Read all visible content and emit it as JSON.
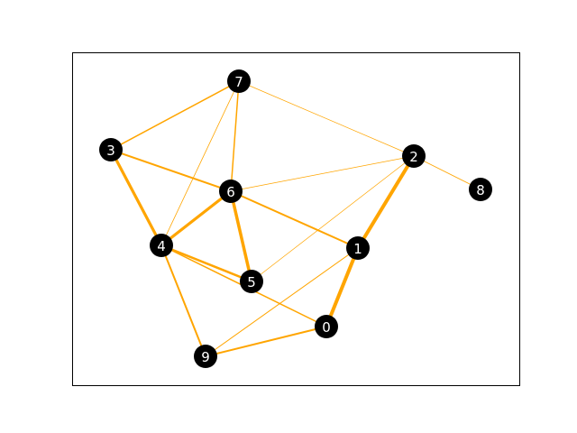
{
  "graph": {
    "edge_color": "#FFA500",
    "node_color": "#000000",
    "label_color": "#FFFFFF",
    "nodes": [
      {
        "id": "0",
        "label": "0"
      },
      {
        "id": "1",
        "label": "1"
      },
      {
        "id": "2",
        "label": "2"
      },
      {
        "id": "3",
        "label": "3"
      },
      {
        "id": "4",
        "label": "4"
      },
      {
        "id": "5",
        "label": "5"
      },
      {
        "id": "6",
        "label": "6"
      },
      {
        "id": "7",
        "label": "7"
      },
      {
        "id": "8",
        "label": "8"
      },
      {
        "id": "9",
        "label": "9"
      }
    ],
    "edges": [
      {
        "source": "7",
        "target": "3",
        "weight": 1.5
      },
      {
        "source": "7",
        "target": "6",
        "weight": 1.5
      },
      {
        "source": "7",
        "target": "4",
        "weight": 0.8
      },
      {
        "source": "7",
        "target": "2",
        "weight": 0.7
      },
      {
        "source": "3",
        "target": "6",
        "weight": 2
      },
      {
        "source": "3",
        "target": "4",
        "weight": 3.2
      },
      {
        "source": "6",
        "target": "2",
        "weight": 0.7
      },
      {
        "source": "6",
        "target": "1",
        "weight": 2
      },
      {
        "source": "6",
        "target": "4",
        "weight": 3.2
      },
      {
        "source": "6",
        "target": "5",
        "weight": 3.5
      },
      {
        "source": "2",
        "target": "8",
        "weight": 0.8
      },
      {
        "source": "2",
        "target": "5",
        "weight": 0.7
      },
      {
        "source": "2",
        "target": "1",
        "weight": 4
      },
      {
        "source": "4",
        "target": "5",
        "weight": 2.5
      },
      {
        "source": "4",
        "target": "0",
        "weight": 1.5
      },
      {
        "source": "4",
        "target": "9",
        "weight": 2
      },
      {
        "source": "1",
        "target": "0",
        "weight": 4
      },
      {
        "source": "1",
        "target": "9",
        "weight": 1
      },
      {
        "source": "9",
        "target": "0",
        "weight": 2
      }
    ]
  }
}
